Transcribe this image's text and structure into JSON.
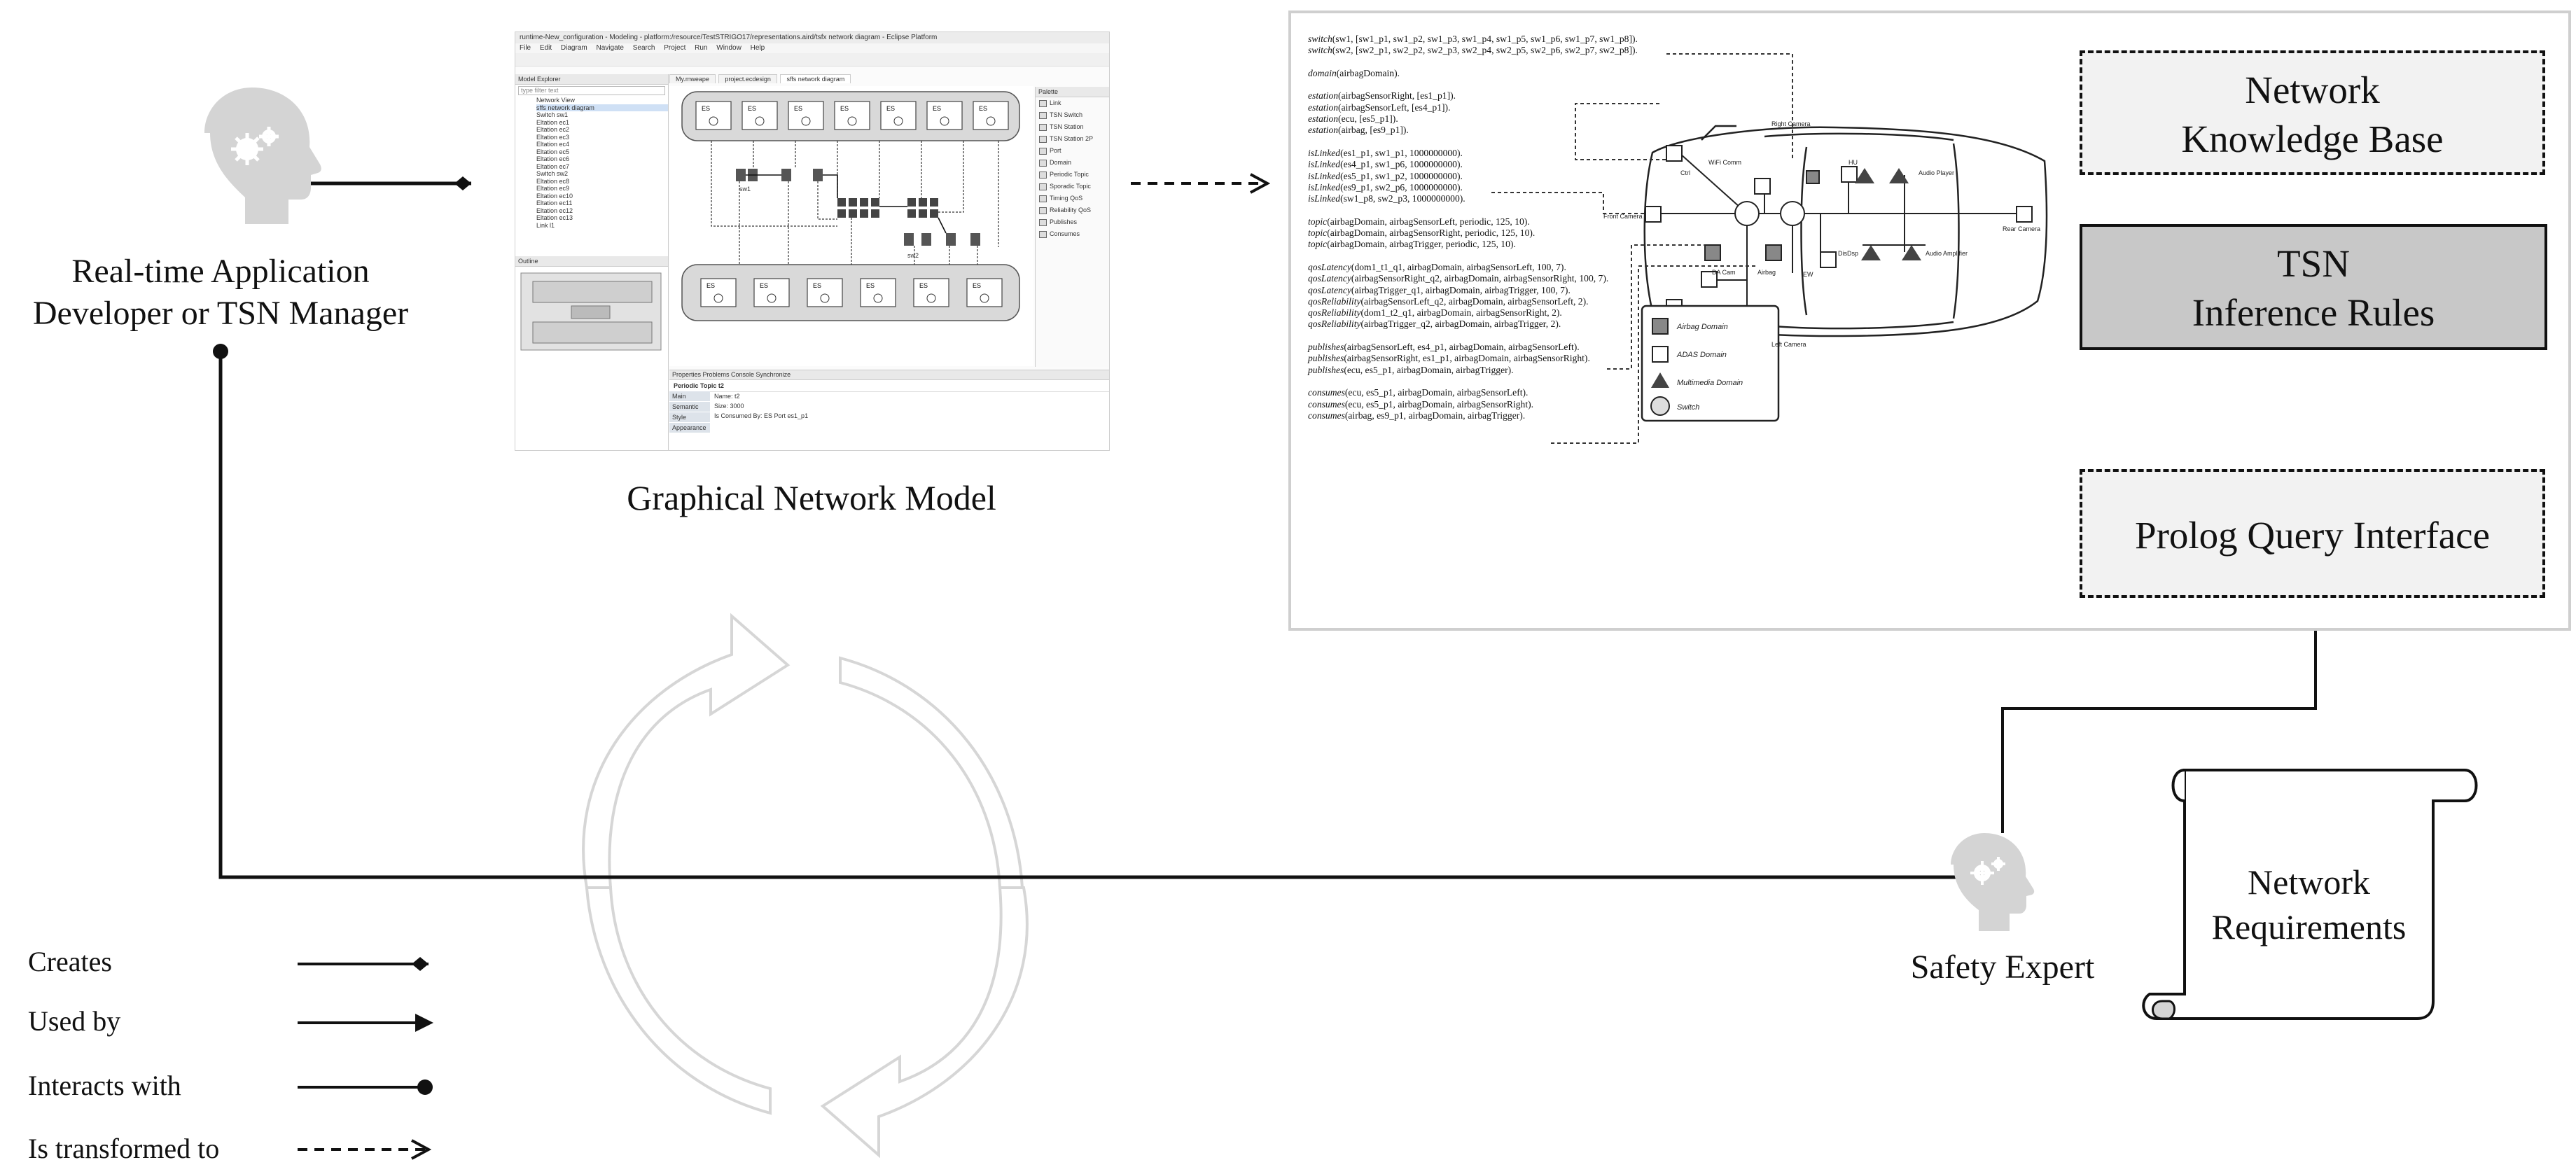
{
  "actors": {
    "developer": {
      "label_line1": "Real-time Application",
      "label_line2": "Developer or TSN Manager"
    },
    "safety_expert": {
      "label": "Safety Expert"
    }
  },
  "graphical_model": {
    "caption": "Graphical Network Model",
    "window_title": "runtime-New_configuration - Modeling - platform:/resource/TestSTRIGO17/representations.aird/tsfx network diagram - Eclipse Platform",
    "menu": [
      "File",
      "Edit",
      "Diagram",
      "Navigate",
      "Search",
      "Project",
      "Run",
      "Window",
      "Help"
    ],
    "explorer_title": "Model Explorer",
    "explorer_search": "type filter text",
    "tree": [
      "Network View",
      "sffs network diagram",
      "Switch sw1",
      "Eltation ec1",
      "Eltation ec2",
      "Eltation ec3",
      "Eltation ec4",
      "Eltation ec5",
      "Eltation ec6",
      "Eltation ec7",
      "Switch sw2",
      "Eltation ec8",
      "Eltation ec9",
      "Eltation ec10",
      "Eltation ec11",
      "Eltation ec12",
      "Eltation ec13",
      "Link l1"
    ],
    "outline_title": "Outline",
    "tabs": [
      "My.mweape",
      "project.ecdesign",
      "sffs network diagram"
    ],
    "palette_title": "Palette",
    "palette": [
      "Link",
      "TSN Switch",
      "TSN Station",
      "TSN Station 2P",
      "Port",
      "Domain",
      "Periodic Topic",
      "Sporadic Topic",
      "Timing QoS",
      "Reliability QoS",
      "Publishes",
      "Consumes"
    ],
    "switch_labels": [
      "sw1",
      "sw2"
    ],
    "top_nodes": [
      "ES",
      "ES",
      "ES",
      "ES",
      "ES",
      "ES",
      "ES"
    ],
    "bottom_nodes": [
      "ES",
      "ES",
      "ES",
      "ES",
      "ES",
      "ES"
    ],
    "properties_tabs": "Properties  Problems  Console  Synchronize",
    "properties_title": "Periodic Topic t2",
    "properties_side": [
      "Main",
      "Semantic",
      "Style",
      "Appearance"
    ],
    "properties_rows": [
      "Name:  t2",
      "Size:  3000",
      "Is Consumed By:  ES Port es1_p1"
    ]
  },
  "prolog": {
    "code": [
      [
        "switch",
        "(sw1, [sw1_p1, sw1_p2, sw1_p3, sw1_p4, sw1_p5, sw1_p6, sw1_p7, sw1_p8])."
      ],
      [
        "switch",
        "(sw2, [sw2_p1, sw2_p2, sw2_p3, sw2_p4, sw2_p5, sw2_p6, sw2_p7, sw2_p8])."
      ],
      null,
      [
        "domain",
        "(airbagDomain)."
      ],
      null,
      [
        "estation",
        "(airbagSensorRight, [es1_p1])."
      ],
      [
        "estation",
        "(airbagSensorLeft, [es4_p1])."
      ],
      [
        "estation",
        "(ecu, [es5_p1])."
      ],
      [
        "estation",
        "(airbag, [es9_p1])."
      ],
      null,
      [
        "isLinked",
        "(es1_p1, sw1_p1, 1000000000)."
      ],
      [
        "isLinked",
        "(es4_p1, sw1_p6, 1000000000)."
      ],
      [
        "isLinked",
        "(es5_p1, sw1_p2, 1000000000)."
      ],
      [
        "isLinked",
        "(es9_p1, sw2_p6, 1000000000)."
      ],
      [
        "isLinked",
        "(sw1_p8, sw2_p3, 1000000000)."
      ],
      null,
      [
        "topic",
        "(airbagDomain, airbagSensorLeft, periodic, 125, 10)."
      ],
      [
        "topic",
        "(airbagDomain, airbagSensorRight, periodic, 125, 10)."
      ],
      [
        "topic",
        "(airbagDomain, airbagTrigger, periodic, 125, 10)."
      ],
      null,
      [
        "qosLatency",
        "(dom1_t1_q1, airbagDomain, airbagSensorLeft, 100, 7)."
      ],
      [
        "qosLatency",
        "(airbagSensorRight_q2, airbagDomain, airbagSensorRight, 100, 7)."
      ],
      [
        "qosLatency",
        "(airbagTrigger_q1, airbagDomain, airbagTrigger, 100, 7)."
      ],
      [
        "qosReliability",
        "(airbagSensorLeft_q2, airbagDomain, airbagSensorLeft, 2)."
      ],
      [
        "qosReliability",
        "(dom1_t2_q1, airbagDomain, airbagSensorRight, 2)."
      ],
      [
        "qosReliability",
        "(airbagTrigger_q2, airbagDomain, airbagTrigger, 2)."
      ],
      null,
      [
        "publishes",
        "(airbagSensorLeft, es4_p1, airbagDomain, airbagSensorLeft)."
      ],
      [
        "publishes",
        "(airbagSensorRight, es1_p1, airbagDomain, airbagSensorRight)."
      ],
      [
        "publishes",
        "(ecu, es5_p1, airbagDomain, airbagTrigger)."
      ],
      null,
      [
        "consumes",
        "(ecu, es5_p1, airbagDomain, airbagSensorLeft)."
      ],
      [
        "consumes",
        "(ecu, es5_p1, airbagDomain, airbagSensorRight)."
      ],
      [
        "consumes",
        "(airbag, es9_p1, airbagDomain, airbagTrigger)."
      ]
    ],
    "car_labels": {
      "right_camera": "Right Camera",
      "front_camera": "Front Camera",
      "left_camera": "Left Camera",
      "rear_camera": "Rear Camera",
      "audio_player": "Audio Player",
      "audio_amplifier": "Audio Amplifier",
      "wifi_comm": "WiFi Comm",
      "hu": "HU",
      "dashboard": "DisDsp",
      "airbag": "Airbag",
      "ew": "EW",
      "cnt": "Ctrl",
      "ecu": "DA Cam"
    },
    "car_legend": [
      "Airbag Domain",
      "ADAS Domain",
      "Multimedia Domain",
      "Switch"
    ]
  },
  "boxes": {
    "knowledge_base_line1": "Network",
    "knowledge_base_line2": "Knowledge Base",
    "inference_line1": "TSN",
    "inference_line2": "Inference Rules",
    "query_interface": "Prolog Query Interface",
    "requirements_line1": "Network",
    "requirements_line2": "Requirements"
  },
  "legend": [
    {
      "label": "Creates",
      "marker": "diamond"
    },
    {
      "label": "Used by",
      "marker": "arrow"
    },
    {
      "label": "Interacts with",
      "marker": "dot"
    },
    {
      "label": "Is transformed to",
      "marker": "dashed-open-arrow"
    }
  ],
  "colors": {
    "inference_fill": "#c8c8c8",
    "box_fill": "#f2f2f2",
    "icon_gray": "#d4d4d4",
    "cycle_gray": "#d9d9d9"
  }
}
